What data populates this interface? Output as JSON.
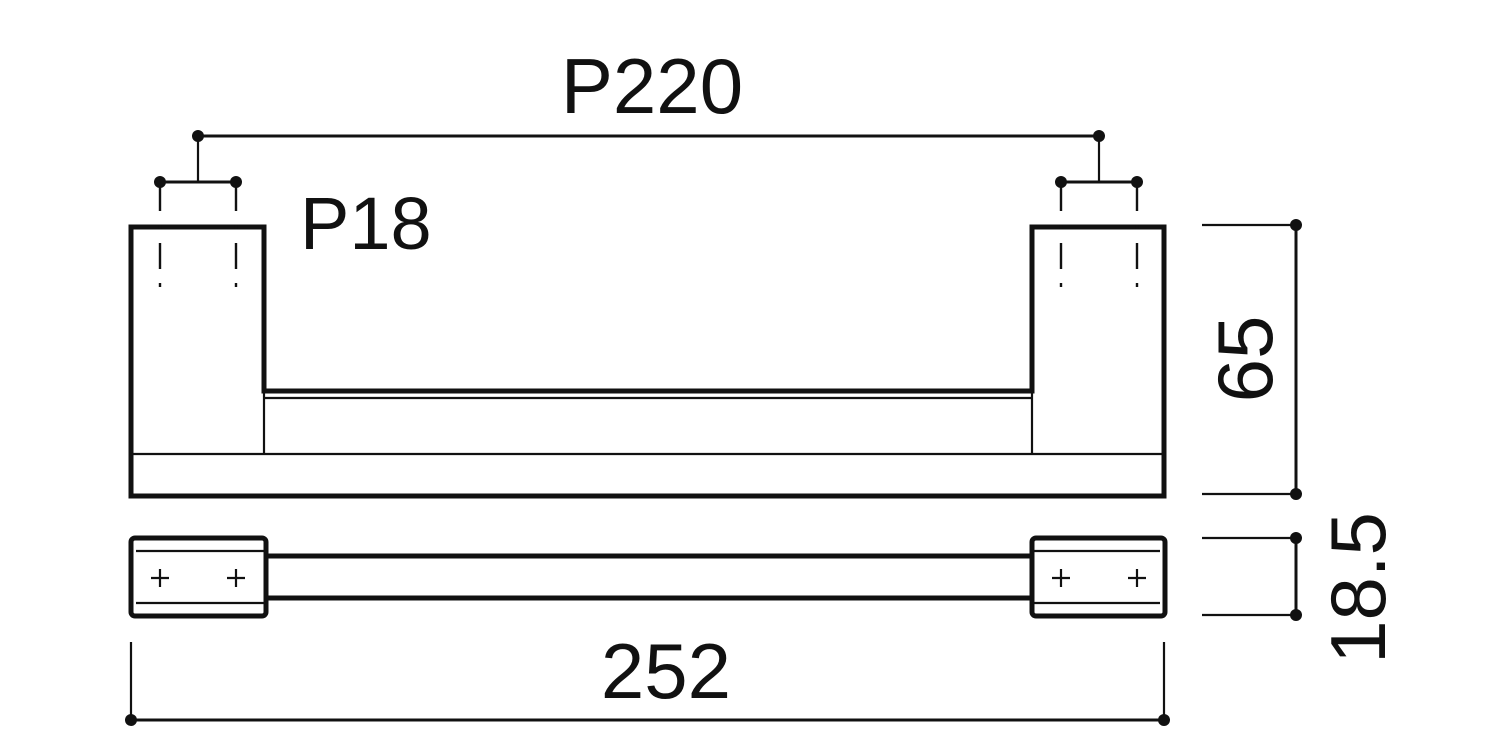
{
  "dimensions": {
    "pitch_outer": "P220",
    "pitch_inner": "P18",
    "height": "65",
    "depth": "18.5",
    "overall_length": "252"
  },
  "colors": {
    "line": "#111111",
    "background": "#ffffff"
  }
}
